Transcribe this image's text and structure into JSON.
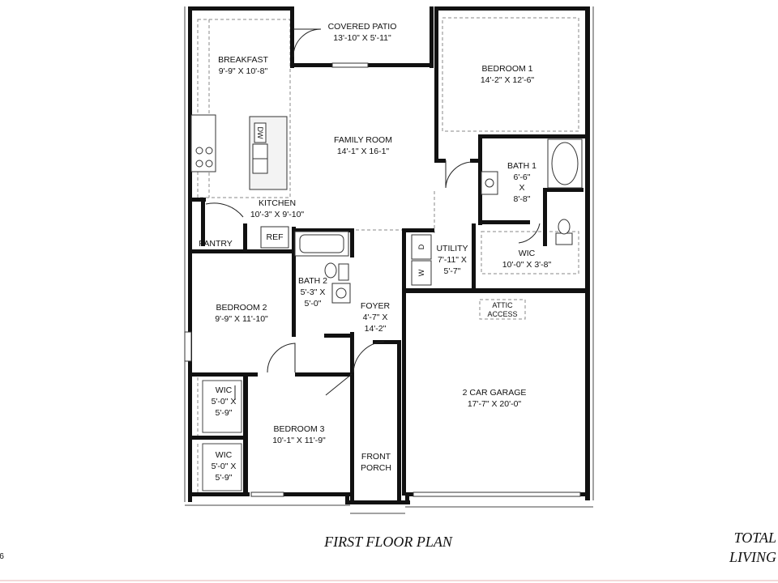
{
  "rooms": {
    "covered_patio": {
      "name": "COVERED PATIO",
      "dims": "13'-10\" X 5'-11\""
    },
    "breakfast": {
      "name": "BREAKFAST",
      "dims": "9'-9\" X 10'-8\""
    },
    "bedroom1": {
      "name": "BEDROOM 1",
      "dims": "14'-2\" X 12'-6\""
    },
    "family_room": {
      "name": "FAMILY ROOM",
      "dims": "14'-1\" X 16-1\""
    },
    "bath1": {
      "name": "BATH 1",
      "dim_w": "6'-6\"",
      "dim_x": "X",
      "dim_h": "8'-8\""
    },
    "kitchen": {
      "name": "KITCHEN",
      "dims": "10'-3\" X 9'-10\""
    },
    "pantry": {
      "name": "PANTRY"
    },
    "ref": {
      "name": "REF"
    },
    "utility": {
      "name": "UTILITY",
      "dim_w": "7'-11\" X",
      "dim_h": "5'-7\""
    },
    "wic1": {
      "name": "WIC",
      "dims": "10'-0\" X 3'-8\""
    },
    "bath2": {
      "name": "BATH 2",
      "dim_w": "5'-3\" X",
      "dim_h": "5'-0\""
    },
    "bedroom2": {
      "name": "BEDROOM 2",
      "dims": "9'-9\" X 11'-10\""
    },
    "foyer": {
      "name": "FOYER",
      "dim_w": "4'-7\" X",
      "dim_h": "14'-2\""
    },
    "attic": {
      "line1": "ATTIC",
      "line2": "ACCESS"
    },
    "garage": {
      "name": "2 CAR GARAGE",
      "dims": "17'-7\" X 20'-0\""
    },
    "wic2": {
      "name": "WIC",
      "dim_w": "5'-0\" X",
      "dim_h": "5'-9\""
    },
    "bedroom3": {
      "name": "BEDROOM 3",
      "dims": "10'-1\" X 11'-9\""
    },
    "front_porch": {
      "name_line1": "FRONT",
      "name_line2": "PORCH"
    },
    "wic3": {
      "name": "WIC",
      "dim_w": "5'-0\" X",
      "dim_h": "5'-9\""
    }
  },
  "appliances": {
    "dishwasher": "DW",
    "dryer": "D",
    "washer": "W"
  },
  "caption": "FIRST FLOOR PLAN",
  "side_text": {
    "line1": "TOTAL",
    "line2": "LIVING"
  },
  "edge_fragment": "6"
}
